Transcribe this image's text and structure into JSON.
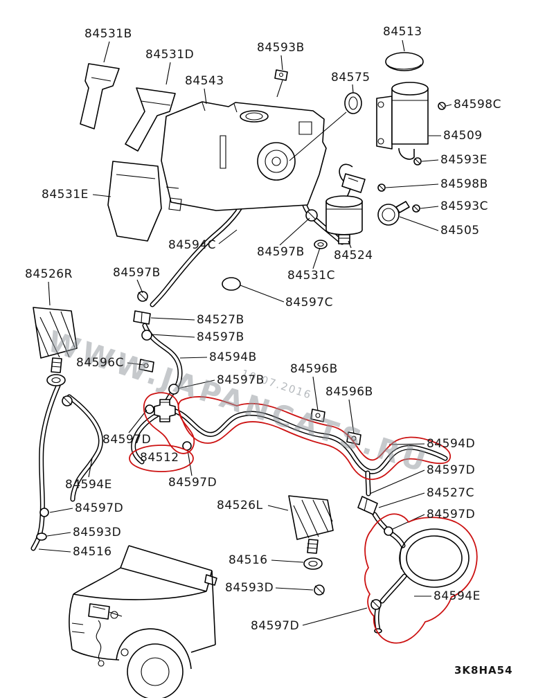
{
  "page": {
    "diagram_code": "3K8HA54",
    "background": "#ffffff"
  },
  "watermark": {
    "site": "WWW.JAPANCATS.RU",
    "date": "10.07.2016"
  },
  "colors": {
    "line": "#000000",
    "highlight": "#cc1111",
    "watermark": "#8e959b",
    "label_text": "#161616"
  },
  "labels": [
    {
      "text": "84531B"
    },
    {
      "text": "84531D"
    },
    {
      "text": "84543"
    },
    {
      "text": "84593B"
    },
    {
      "text": "84513"
    },
    {
      "text": "84575"
    },
    {
      "text": "84598C"
    },
    {
      "text": "84509"
    },
    {
      "text": "84593E"
    },
    {
      "text": "84598B"
    },
    {
      "text": "84593C"
    },
    {
      "text": "84505"
    },
    {
      "text": "84531E"
    },
    {
      "text": "84594C"
    },
    {
      "text": "84597B"
    },
    {
      "text": "84524"
    },
    {
      "text": "84531C"
    },
    {
      "text": "84526R"
    },
    {
      "text": "84597B"
    },
    {
      "text": "84597C"
    },
    {
      "text": "84527B"
    },
    {
      "text": "84597B"
    },
    {
      "text": "84596C"
    },
    {
      "text": "84594B"
    },
    {
      "text": "84597B"
    },
    {
      "text": "84596B"
    },
    {
      "text": "84596B"
    },
    {
      "text": "84597D"
    },
    {
      "text": "84512"
    },
    {
      "text": "84594D"
    },
    {
      "text": "84597D"
    },
    {
      "text": "84527C"
    },
    {
      "text": "84597D"
    },
    {
      "text": "84594E"
    },
    {
      "text": "84597D"
    },
    {
      "text": "84597D"
    },
    {
      "text": "84593D"
    },
    {
      "text": "84516"
    },
    {
      "text": "84526L"
    },
    {
      "text": "84516"
    },
    {
      "text": "84593D"
    },
    {
      "text": "84594E"
    },
    {
      "text": "84597D"
    }
  ]
}
